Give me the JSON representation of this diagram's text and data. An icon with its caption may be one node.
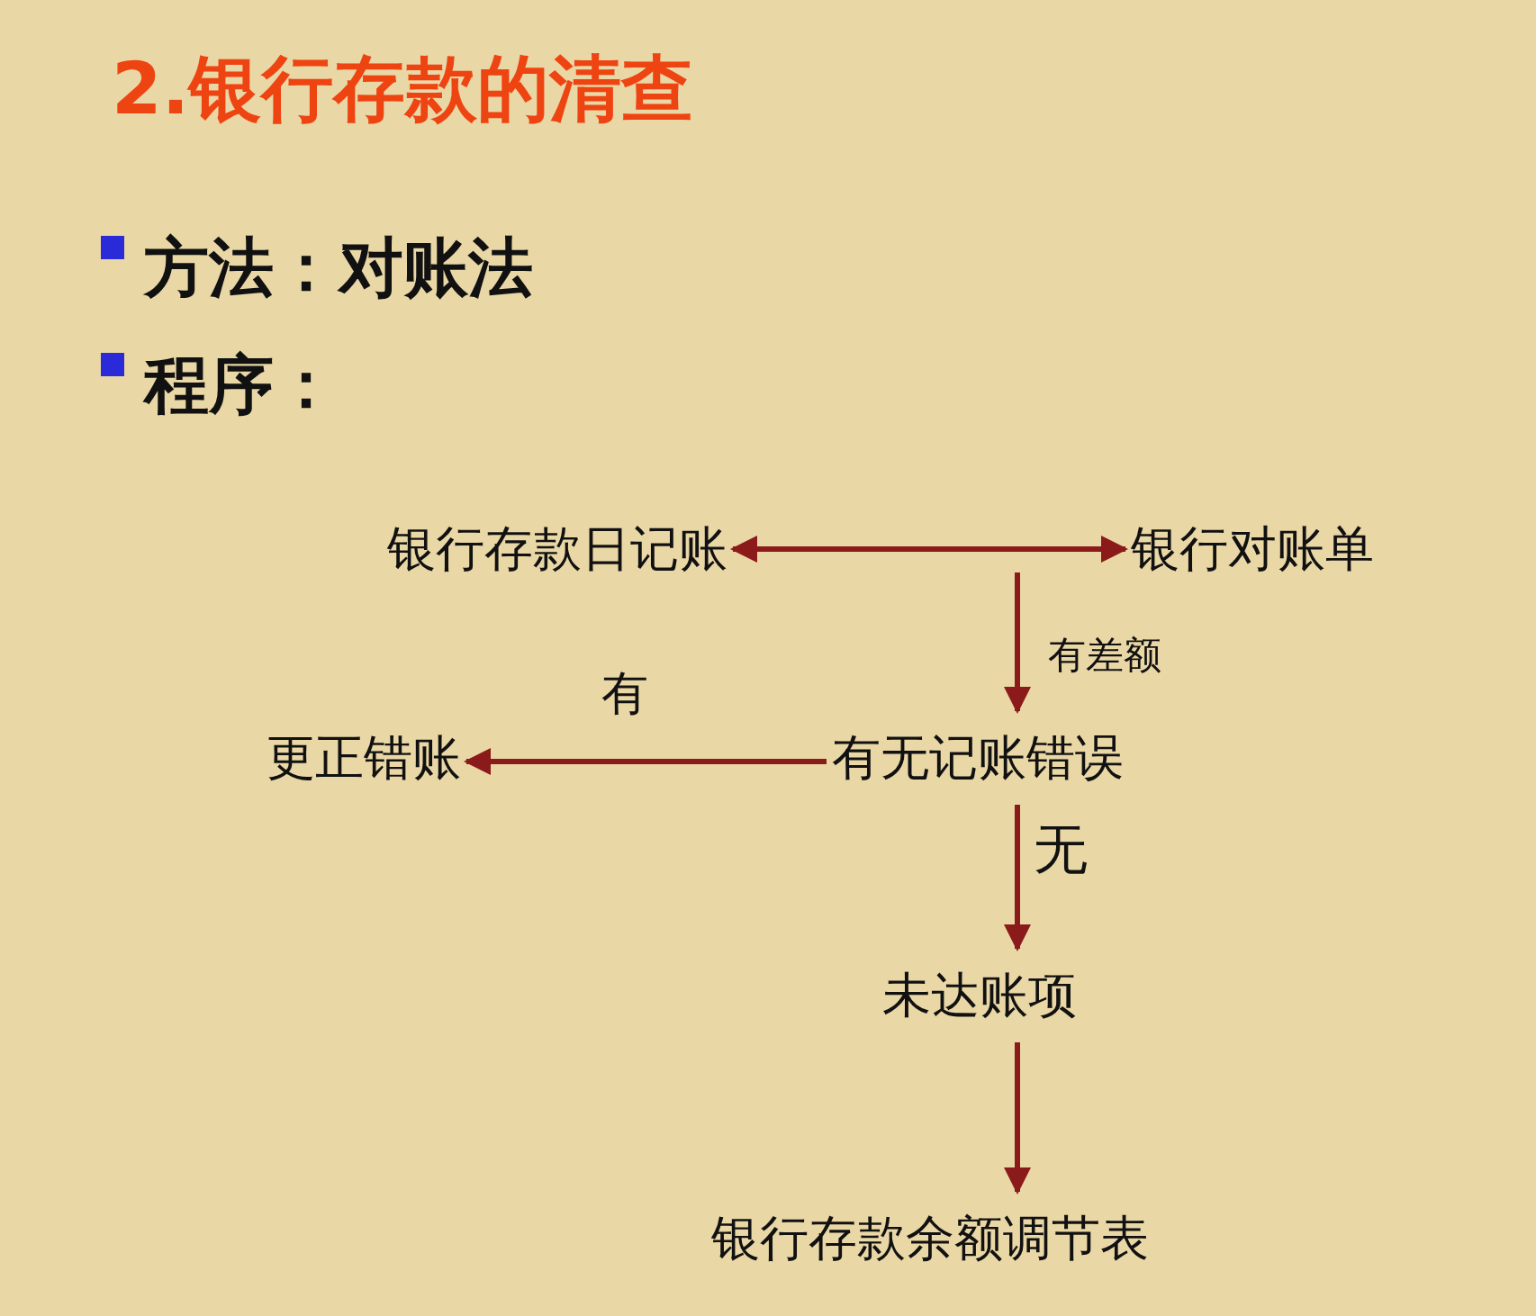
{
  "diagram": {
    "title": "2.银行存款的清查",
    "nodes": [
      {
        "text": [
          "银行存款日记账"
        ]
      },
      {
        "text": [
          "银行对账单"
        ]
      },
      {
        "text": [
          "有无记账错误"
        ]
      },
      {
        "text": [
          "更正错账"
        ]
      },
      {
        "text": [
          "未达账项"
        ]
      },
      {
        "text": [
          "银行存款余额调节表"
        ]
      }
    ],
    "edges": [
      {
        "from": 0,
        "to": 1,
        "arrow": "both"
      },
      {
        "from": null,
        "to": 2,
        "arrow": "to",
        "label": "有差额"
      },
      {
        "from": 2,
        "to": 3,
        "arrow": "to",
        "label": "有"
      },
      {
        "from": 2,
        "to": 4,
        "arrow": "to",
        "label": "无"
      },
      {
        "from": 4,
        "to": 5,
        "arrow": "to"
      }
    ],
    "labels": [
      "方法：对账法",
      "程序："
    ]
  }
}
